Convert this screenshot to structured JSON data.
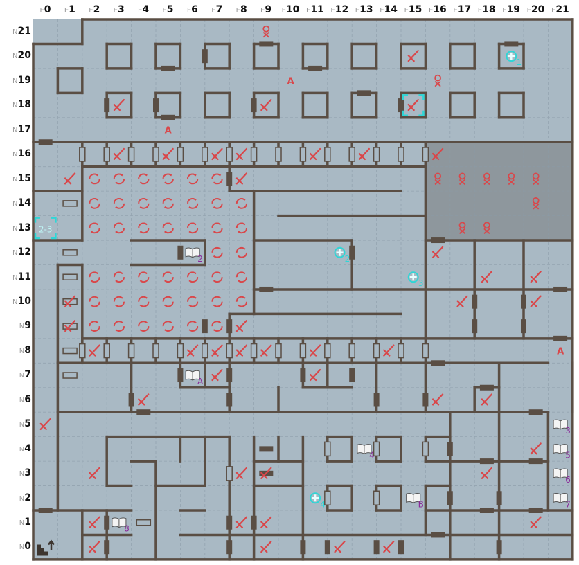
{
  "axes": {
    "col_prefix": "E",
    "row_prefix": "N",
    "columns": [
      "0",
      "1",
      "2",
      "3",
      "4",
      "5",
      "6",
      "7",
      "8",
      "9",
      "10",
      "11",
      "12",
      "13",
      "14",
      "15",
      "16",
      "17",
      "18",
      "19",
      "20",
      "21"
    ],
    "rows": [
      "21",
      "20",
      "19",
      "18",
      "17",
      "16",
      "15",
      "14",
      "13",
      "12",
      "11",
      "10",
      "9",
      "8",
      "7",
      "6",
      "5",
      "4",
      "3",
      "2",
      "1",
      "0"
    ]
  },
  "colors": {
    "floor": "#a9b9c4",
    "wall": "#5a4e44",
    "rock": "#8e979d",
    "marker": "#d9474a",
    "book_label": "#8a2a9a",
    "teleport": "#2fd6d6"
  },
  "markers": {
    "swords": [
      [
        3,
        18
      ],
      [
        9,
        18
      ],
      [
        15,
        18
      ],
      [
        15,
        20
      ],
      [
        3,
        16
      ],
      [
        5,
        16
      ],
      [
        7,
        16
      ],
      [
        8,
        16
      ],
      [
        11,
        16
      ],
      [
        13,
        16
      ],
      [
        16,
        16
      ],
      [
        1,
        15
      ],
      [
        8,
        15
      ],
      [
        16,
        12
      ],
      [
        18,
        11
      ],
      [
        20,
        11
      ],
      [
        1,
        10
      ],
      [
        17,
        10
      ],
      [
        20,
        10
      ],
      [
        1,
        9
      ],
      [
        8,
        9
      ],
      [
        2,
        8
      ],
      [
        6,
        8
      ],
      [
        7,
        8
      ],
      [
        8,
        8
      ],
      [
        9,
        8
      ],
      [
        11,
        8
      ],
      [
        14,
        8
      ],
      [
        7,
        7
      ],
      [
        11,
        7
      ],
      [
        4,
        6
      ],
      [
        16,
        6
      ],
      [
        18,
        6
      ],
      [
        0,
        5
      ],
      [
        20,
        4
      ],
      [
        2,
        3
      ],
      [
        8,
        3
      ],
      [
        9,
        3
      ],
      [
        18,
        3
      ],
      [
        2,
        1
      ],
      [
        8,
        1
      ],
      [
        9,
        1
      ],
      [
        20,
        1
      ],
      [
        2,
        0
      ],
      [
        9,
        0
      ],
      [
        12,
        0
      ],
      [
        14,
        0
      ]
    ],
    "cycles": [
      [
        2,
        15
      ],
      [
        3,
        15
      ],
      [
        4,
        15
      ],
      [
        5,
        15
      ],
      [
        6,
        15
      ],
      [
        7,
        15
      ],
      [
        2,
        14
      ],
      [
        3,
        14
      ],
      [
        4,
        14
      ],
      [
        5,
        14
      ],
      [
        6,
        14
      ],
      [
        7,
        14
      ],
      [
        8,
        14
      ],
      [
        2,
        13
      ],
      [
        3,
        13
      ],
      [
        4,
        13
      ],
      [
        5,
        13
      ],
      [
        6,
        13
      ],
      [
        7,
        13
      ],
      [
        8,
        13
      ],
      [
        7,
        12
      ],
      [
        8,
        12
      ],
      [
        2,
        11
      ],
      [
        3,
        11
      ],
      [
        4,
        11
      ],
      [
        5,
        11
      ],
      [
        6,
        11
      ],
      [
        7,
        11
      ],
      [
        8,
        11
      ],
      [
        2,
        10
      ],
      [
        3,
        10
      ],
      [
        4,
        10
      ],
      [
        5,
        10
      ],
      [
        6,
        10
      ],
      [
        7,
        10
      ],
      [
        8,
        10
      ],
      [
        2,
        9
      ],
      [
        3,
        9
      ],
      [
        4,
        9
      ],
      [
        5,
        9
      ],
      [
        6,
        9
      ],
      [
        7,
        9
      ]
    ],
    "skulls": [
      [
        9,
        21
      ],
      [
        16,
        19
      ],
      [
        16,
        15
      ],
      [
        17,
        15
      ],
      [
        18,
        15
      ],
      [
        19,
        15
      ],
      [
        20,
        15
      ],
      [
        20,
        14
      ],
      [
        17,
        13
      ],
      [
        18,
        13
      ]
    ],
    "letters": [
      {
        "cell": [
          10,
          19
        ],
        "text": "A"
      },
      {
        "cell": [
          5,
          17
        ],
        "text": "A"
      },
      {
        "cell": [
          21,
          8
        ],
        "text": "A"
      }
    ],
    "books": [
      {
        "cell": [
          6,
          12
        ],
        "label": "2"
      },
      {
        "cell": [
          6,
          7
        ],
        "label": "A"
      },
      {
        "cell": [
          13,
          4
        ],
        "label": "4"
      },
      {
        "cell": [
          15,
          2
        ],
        "label": "B"
      },
      {
        "cell": [
          3,
          1
        ],
        "label": "8"
      },
      {
        "cell": [
          21,
          5
        ],
        "label": "3"
      },
      {
        "cell": [
          21,
          4
        ],
        "label": "5"
      },
      {
        "cell": [
          21,
          3
        ],
        "label": "6"
      },
      {
        "cell": [
          21,
          2
        ],
        "label": "7"
      }
    ],
    "teleports": [
      {
        "cell": [
          19,
          20
        ],
        "label": "1"
      },
      {
        "cell": [
          12,
          12
        ],
        "label": "2"
      },
      {
        "cell": [
          15,
          11
        ],
        "label": "3"
      },
      {
        "cell": [
          11,
          2
        ],
        "label": "4"
      }
    ],
    "selections": [
      {
        "cell": [
          0,
          13
        ],
        "label": "2-3"
      },
      {
        "cell": [
          15,
          18
        ],
        "label": ""
      }
    ],
    "stairs": [
      [
        0,
        0
      ]
    ]
  }
}
